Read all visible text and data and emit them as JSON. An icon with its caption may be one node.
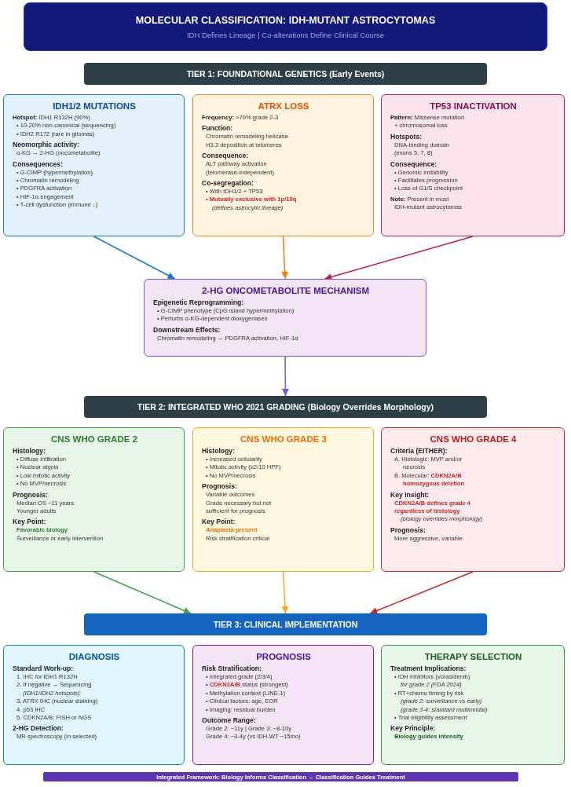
{
  "diagram": {
    "title": "MOLECULAR CLASSIFICATION: IDH-MUTANT ASTROCYTOMAS",
    "nodes": [
      {
        "text": [
          "TIER 1: FOUNDATIONAL GENETICS (Early Events)"
        ]
      },
      {
        "text": [
          "IDH1/2 MUTATIONS",
          "**Hotspot:** IDH1 R132H (90%)",
          "• 10-20% non-canonical (sequencing)",
          "• IDH2 R172 (rare in gliomas)",
          "Neomorphic activity:",
          "α-KG → 2-HG (oncometabolite)",
          "Consequences:",
          "• G-CIMP (hypermethylation)",
          "• Chromatin remodeling",
          "• PDGFRA activation",
          "• HIF-1α engagement",
          "• T-cell dysfunction (immune ↓)"
        ]
      },
      {
        "text": [
          "ATRX LOSS",
          "**Frequency:** >70% grade 2-3",
          "Function:",
          "Chromatin remodeling helicase",
          "H3.3 deposition at telomeres",
          "Consequence:",
          "ALT pathway activation",
          "(telomerase-independent)",
          "Co-segregation:",
          "• With IDH1/2 + TP53",
          "• Mutually exclusive with 1p/19q",
          "(defines astrocytic lineage)"
        ]
      },
      {
        "text": [
          "TP53 INACTIVATION",
          "**Pattern:** Missense mutation",
          "+ chromosomal loss",
          "Hotspots:",
          "DNA-binding domain",
          "(exons 5, 7, 8)",
          "Consequence:",
          "• Genomic instability",
          "• Facilitates progression",
          "• Loss of G1/S checkpoint",
          "**Note:** Present in most",
          "IDH-mutant astrocytomas"
        ]
      },
      {
        "text": [
          "2-HG ONCOMETABOLITE MECHANISM",
          "Epigenetic Reprogramming:",
          "• G-CIMP phenotype (CpG island hypermethylation)",
          "• Perturbs α-KG-dependent dioxygenases",
          "Downstream Effects:",
          "Chromatin remodeling → PDGFRA activation, HIF-1α"
        ]
      },
      {
        "text": [
          "TIER 2: INTEGRATED WHO 2021 GRADING (Biology Overrides Morphology)"
        ]
      },
      {
        "text": [
          "CNS WHO GRADE 2",
          "Histology:",
          "• Diffuse infiltration",
          "• Nuclear atypia",
          "• Low mitotic activity",
          "• No MVP/necrosis",
          "Prognosis:",
          "Median OS ~11 years",
          "Younger adults",
          "Key Point:",
          "Favorable biology",
          "Surveillance or early intervention"
        ]
      },
      {
        "text": [
          "CNS WHO GRADE 3",
          "Histology:",
          "• Increased cellularity",
          "• Mitotic activity (≥2/10 HPF)",
          "• No MVP/necrosis",
          "Prognosis:",
          "Variable outcomes",
          "Grade necessary but not",
          "sufficient for prognosis",
          "Key Point:",
          "Anaplasia present",
          "Risk stratification critical"
        ]
      },
      {
        "text": [
          "CNS WHO GRADE 4",
          "Criteria (EITHER):",
          "A. Histologic: MVP and/or",
          "necrosis",
          "B. Molecular: **CDKN2A/B**",
          "homozygous deletion",
          "Key Insight:",
          "CDKN2A/B defines grade 4",
          "regardless of histology",
          "(biology overrides morphology)",
          "Prognosis:",
          "More aggressive, variable"
        ]
      },
      {
        "text": [
          "TIER 3: CLINICAL IMPLEMENTATION"
        ]
      },
      {
        "text": [
          "DIAGNOSIS",
          "Standard Work-up:",
          "1. IHC for IDH1 R132H",
          "2. If negative → Sequencing",
          "(IDH1/IDH2 hotspots)",
          "3. ATRX IHC (nuclear staining)",
          "4. p53 IHC",
          "5. CDKN2A/B: FISH or NGS",
          "2-HG Detection:",
          "MR spectroscopy (in selected)"
        ]
      },
      {
        "text": [
          "PROGNOSIS",
          "Risk Stratification:",
          "• Integrated grade (2/3/4)",
          "• **CDKN2A/B** status (strongest)",
          "• Methylation context (LINE-1)",
          "• Clinical factors: age, EOR",
          "• Imaging: residual burden",
          "Outcome Range:",
          "Grade 2: ~11y | Grade 3: ~8-10y",
          "Grade 4: ~3-4y (vs IDH-WT ~15mo)"
        ]
      },
      {
        "text": [
          "THERAPY SELECTION",
          "Treatment Implications:",
          "• IDH inhibitors (vorasidenib)",
          "for grade 2 (FDA 2024)",
          "• RT+chemo timing by risk",
          "(grade 2: surveillance vs early)",
          "(grade 3-4: standard multimodal)",
          "• Trial eligibility assessment",
          "Key Principle:",
          "Biology guides intensity"
        ]
      },
      {
        "text": [
          "Integrated Framework: Biology Informs Classification → Classification Guides Treatment"
        ]
      }
    ],
    "edges": [
      {
        "from": 1,
        "to": 4,
        "arrow": "to",
        "color": "#1976d2"
      },
      {
        "from": 2,
        "to": 4,
        "arrow": "to",
        "color": "#f57c00"
      },
      {
        "from": 3,
        "to": 4,
        "arrow": "to",
        "color": "#c2185b"
      },
      {
        "from": 4,
        "to": 5,
        "arrow": "to",
        "color": "#7e57c2"
      },
      {
        "from": 6,
        "to": 9,
        "arrow": "to",
        "color": "#43a047"
      },
      {
        "from": 7,
        "to": 9,
        "arrow": "to",
        "color": "#f9a825"
      },
      {
        "from": 8,
        "to": 9,
        "arrow": "to",
        "color": "#c62828"
      }
    ],
    "labels": [
      "IDH Defines Lineage | Co-alterations Define Clinical Course"
    ]
  }
}
